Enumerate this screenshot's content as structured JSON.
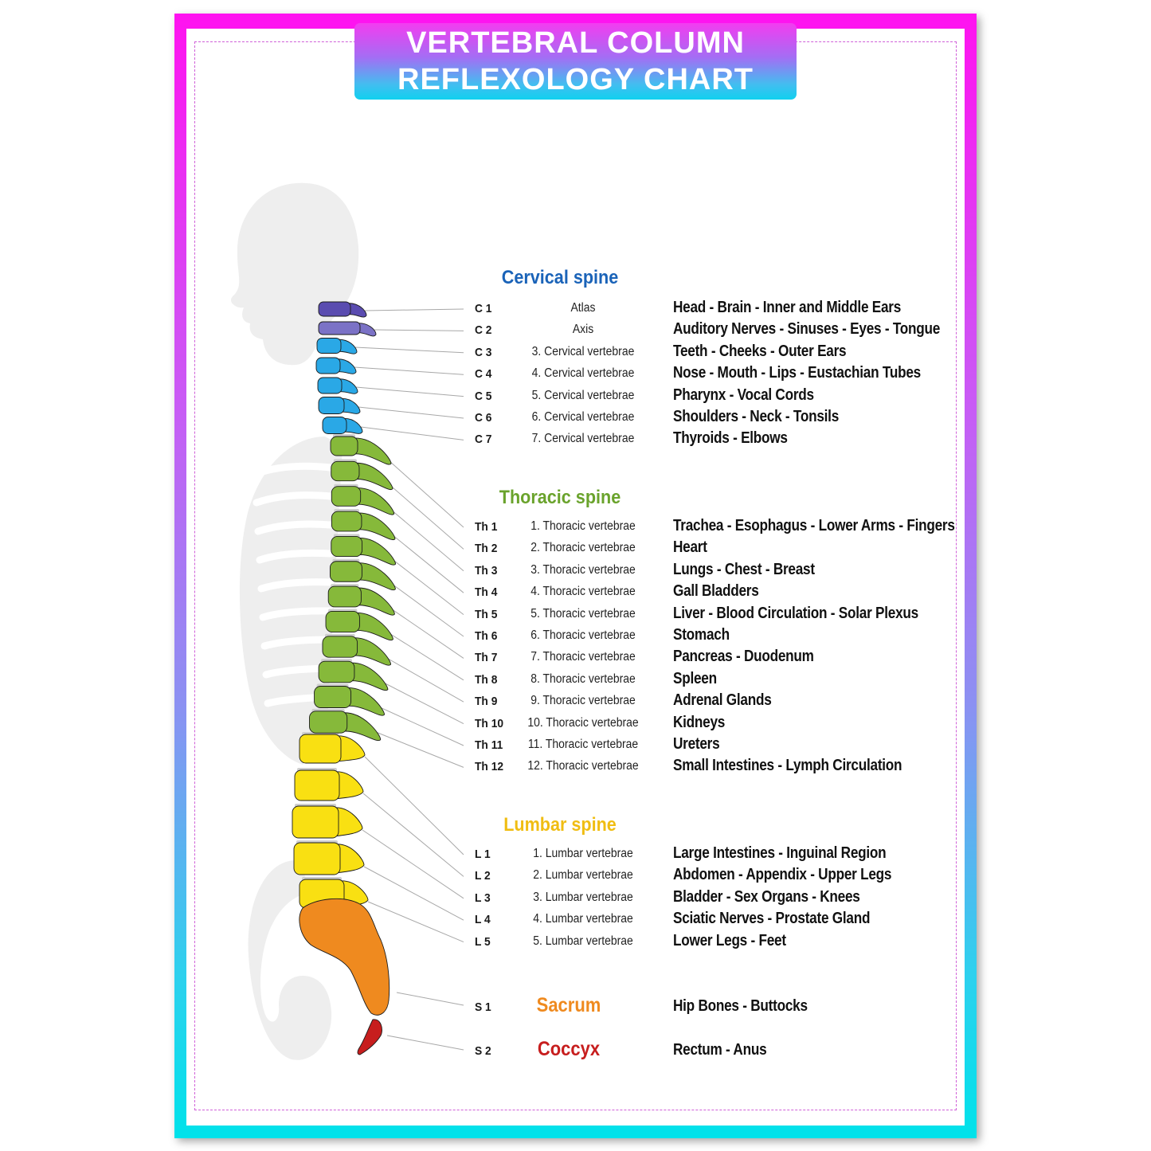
{
  "title": {
    "line1": "VERTEBRAL COLUMN",
    "line2": "REFLEXOLOGY CHART"
  },
  "colors": {
    "cervical": "#1a63b8",
    "thoracic": "#6aa32c",
    "lumbar": "#f0bd12",
    "sacrum": "#ef8a1f",
    "coccyx": "#c71e1e"
  },
  "sections": [
    {
      "title": "Cervical spine",
      "color": "#1a63b8",
      "rows": [
        {
          "code": "C 1",
          "name": "Atlas",
          "organs": "Head - Brain - Inner and Middle Ears"
        },
        {
          "code": "C 2",
          "name": "Axis",
          "organs": "Auditory Nerves - Sinuses - Eyes - Tongue"
        },
        {
          "code": "C 3",
          "name": "3. Cervical vertebrae",
          "organs": "Teeth - Cheeks - Outer Ears"
        },
        {
          "code": "C 4",
          "name": "4. Cervical vertebrae",
          "organs": "Nose - Mouth - Lips - Eustachian Tubes"
        },
        {
          "code": "C 5",
          "name": "5. Cervical vertebrae",
          "organs": "Pharynx - Vocal Cords"
        },
        {
          "code": "C 6",
          "name": "6. Cervical vertebrae",
          "organs": "Shoulders - Neck - Tonsils"
        },
        {
          "code": "C 7",
          "name": "7. Cervical vertebrae",
          "organs": "Thyroids - Elbows"
        }
      ]
    },
    {
      "title": "Thoracic spine",
      "color": "#6aa32c",
      "rows": [
        {
          "code": "Th 1",
          "name": "1. Thoracic vertebrae",
          "organs": "Trachea - Esophagus - Lower Arms - Fingers"
        },
        {
          "code": "Th 2",
          "name": "2. Thoracic vertebrae",
          "organs": "Heart"
        },
        {
          "code": "Th 3",
          "name": "3. Thoracic vertebrae",
          "organs": "Lungs - Chest - Breast"
        },
        {
          "code": "Th 4",
          "name": "4. Thoracic vertebrae",
          "organs": "Gall Bladders"
        },
        {
          "code": "Th 5",
          "name": "5. Thoracic vertebrae",
          "organs": "Liver - Blood Circulation - Solar Plexus"
        },
        {
          "code": "Th 6",
          "name": "6. Thoracic vertebrae",
          "organs": "Stomach"
        },
        {
          "code": "Th 7",
          "name": "7. Thoracic vertebrae",
          "organs": "Pancreas - Duodenum"
        },
        {
          "code": "Th 8",
          "name": "8. Thoracic vertebrae",
          "organs": "Spleen"
        },
        {
          "code": "Th 9",
          "name": "9. Thoracic vertebrae",
          "organs": "Adrenal Glands"
        },
        {
          "code": "Th 10",
          "name": "10. Thoracic vertebrae",
          "organs": "Kidneys"
        },
        {
          "code": "Th 11",
          "name": "11. Thoracic vertebrae",
          "organs": "Ureters"
        },
        {
          "code": "Th 12",
          "name": "12. Thoracic vertebrae",
          "organs": "Small Intestines - Lymph Circulation"
        }
      ]
    },
    {
      "title": "Lumbar spine",
      "color": "#f0bd12",
      "rows": [
        {
          "code": "L 1",
          "name": "1. Lumbar vertebrae",
          "organs": "Large Intestines - Inguinal Region"
        },
        {
          "code": "L 2",
          "name": "2. Lumbar vertebrae",
          "organs": "Abdomen - Appendix - Upper Legs"
        },
        {
          "code": "L 3",
          "name": "3. Lumbar vertebrae",
          "organs": "Bladder - Sex Organs - Knees"
        },
        {
          "code": "L 4",
          "name": "4. Lumbar vertebrae",
          "organs": "Sciatic Nerves - Prostate Gland"
        },
        {
          "code": "L 5",
          "name": "5. Lumbar vertebrae",
          "organs": "Lower Legs - Feet"
        }
      ]
    }
  ],
  "sacral": [
    {
      "code": "S 1",
      "name": "Sacrum",
      "organs": "Hip Bones - Buttocks",
      "color": "#ef8a1f"
    },
    {
      "code": "S 2",
      "name": "Coccyx",
      "organs": "Rectum - Anus",
      "color": "#c71e1e"
    }
  ]
}
